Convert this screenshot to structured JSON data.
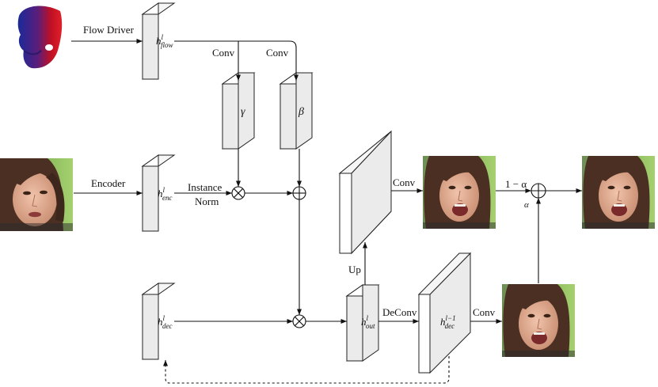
{
  "labels": {
    "flow_driver": "Flow Driver",
    "encoder": "Encoder",
    "conv_gamma": "Conv",
    "conv_beta": "Conv",
    "instance": "Instance",
    "norm": "Norm",
    "conv_up": "Conv",
    "up": "Up",
    "deconv": "DeConv",
    "conv_dec": "Conv",
    "one_minus_alpha": "1 − α",
    "alpha": "α"
  },
  "blocks": {
    "h_flow": {
      "base": "h",
      "sup": "l",
      "sub": "flow"
    },
    "h_enc": {
      "base": "h",
      "sup": "l",
      "sub": "enc"
    },
    "h_dec": {
      "base": "h",
      "sup": "l",
      "sub": "dec"
    },
    "gamma": {
      "base": "γ"
    },
    "beta": {
      "base": "β"
    },
    "h_out": {
      "base": "h",
      "sup": "l",
      "sub": "out"
    },
    "h_dec_prev": {
      "base": "h",
      "sup": "l−1",
      "sub": "dec"
    }
  },
  "colors": {
    "skin": "#d9a48a",
    "hair": "#4a2f22",
    "background_green": "#9ccc6a",
    "flow_red": "#c01024",
    "flow_blue": "#1a2a9a"
  }
}
